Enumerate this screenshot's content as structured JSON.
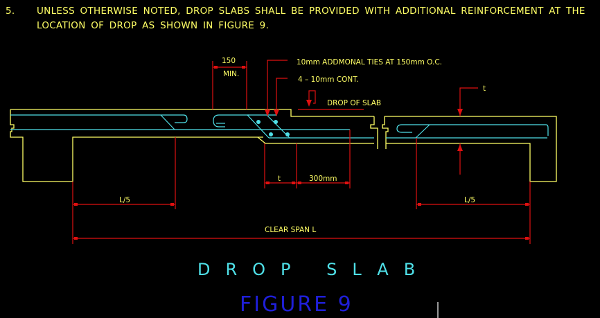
{
  "note": {
    "number": "5.",
    "line1": "UNLESS OTHERWISE NOTED, DROP SLABS SHALL BE PROVIDED WITH ADDITIONAL REINFORCEMENT AT THE",
    "line2": "LOCATION OF DROP AS SHOWN IN FIGURE 9."
  },
  "annotations": {
    "dim_150": "150",
    "dim_min": "MIN.",
    "ties": "10mm ADDMONAL TIES AT 150mm O.C.",
    "cont": "4 – 10mm CONT.",
    "drop_of_slab": "DROP OF SLAB",
    "t_right": "t",
    "t_bottom": "t",
    "dim_300": "300mm",
    "l5_left": "L/5",
    "l5_right": "L/5",
    "clear_span": "CLEAR SPAN L"
  },
  "title": "DROP SLAB",
  "figure": "FIGURE 9",
  "colors": {
    "concrete": "#ffff66",
    "rebar": "#4fe0e8",
    "dimension": "#e01010",
    "text": "#ffff66",
    "figure_label": "#1f1fd8"
  }
}
